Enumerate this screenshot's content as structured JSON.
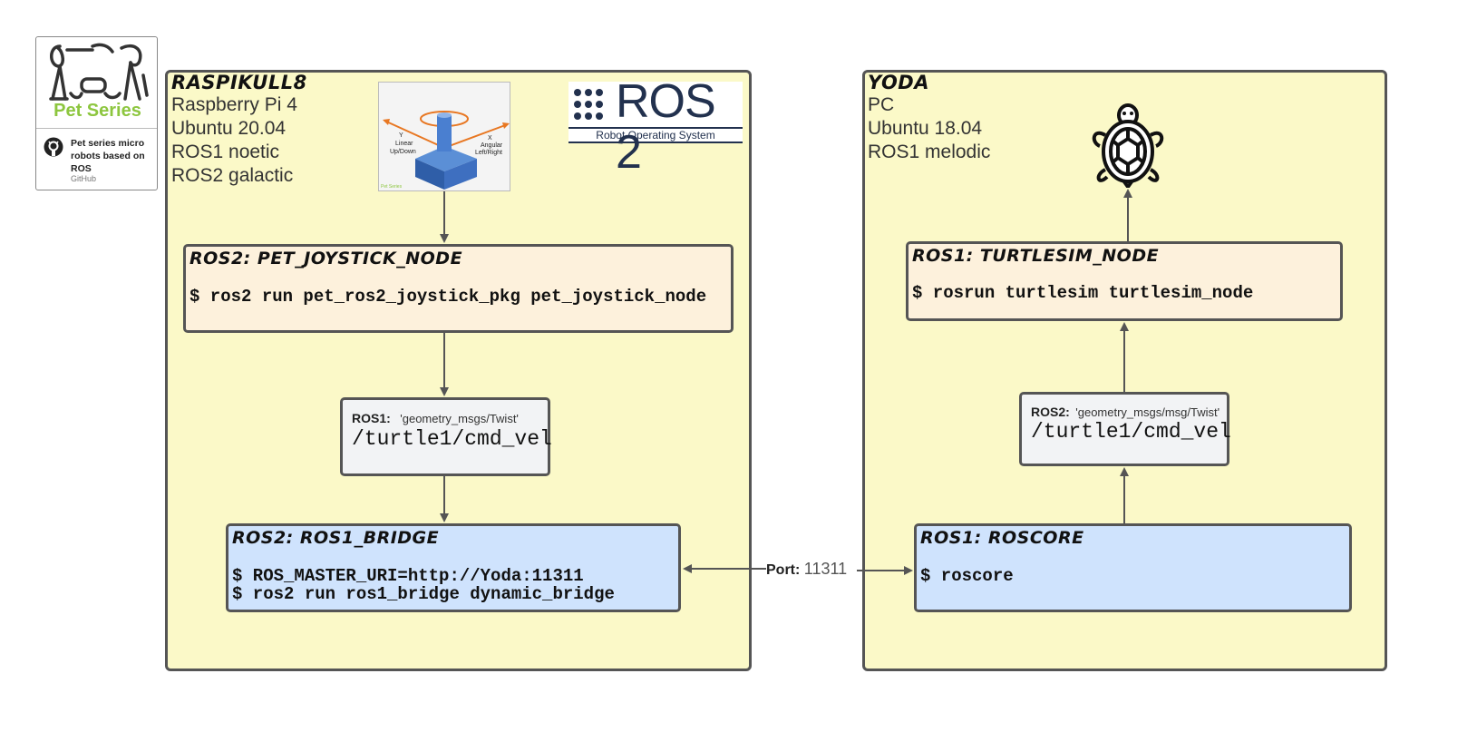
{
  "logo_card": {
    "brand_text": "Pet Series",
    "repo_text": "Pet series micro robots based on ROS",
    "source_text": "GitHub",
    "brand_color": "#8dc63f"
  },
  "left_device": {
    "name": "RASPIKULL8",
    "lines": [
      "Raspberry Pi 4",
      "Ubuntu 20.04",
      "ROS1 noetic",
      "ROS2 galactic"
    ]
  },
  "right_device": {
    "name": "YODA",
    "lines": [
      "PC",
      "Ubuntu 18.04",
      "ROS1 melodic"
    ]
  },
  "joystick_image": {
    "labels": [
      "Y",
      "Linear",
      "Up/Down",
      "X",
      "Angular",
      "Left/Right"
    ],
    "caption": "Pet Series"
  },
  "ros2_logo": {
    "title": "ROS 2",
    "subtitle": "Robot Operating System",
    "color": "#22314e"
  },
  "nodes": {
    "joystick": {
      "title": "ROS2: PET_JOYSTICK_NODE",
      "command": "$ ros2 run pet_ros2_joystick_pkg pet_joystick_node"
    },
    "bridge": {
      "title": "ROS2: ROS1_BRIDGE",
      "command_1": "$ ROS_MASTER_URI=http://Yoda:11311",
      "command_2": "$ ros2 run ros1_bridge dynamic_bridge"
    },
    "turtlesim": {
      "title": "ROS1: TURTLESIM_NODE",
      "command": "$ rosrun turtlesim turtlesim_node"
    },
    "roscore": {
      "title": "ROS1: ROSCORE",
      "command": "$ roscore"
    }
  },
  "topics": {
    "left": {
      "label": "ROS1:",
      "type": "'geometry_msgs/Twist'",
      "name": "/turtle1/cmd_vel"
    },
    "right": {
      "label": "ROS2:",
      "type": "'geometry_msgs/msg/Twist'",
      "name": "/turtle1/cmd_vel"
    }
  },
  "connection": {
    "label": "Port:",
    "value": "11311"
  },
  "colors": {
    "container_fill": "#fbf9c8",
    "node_peach": "#fdf1dc",
    "node_grey": "#f2f3f5",
    "node_blue": "#cfe3fd",
    "stroke": "#555555"
  }
}
